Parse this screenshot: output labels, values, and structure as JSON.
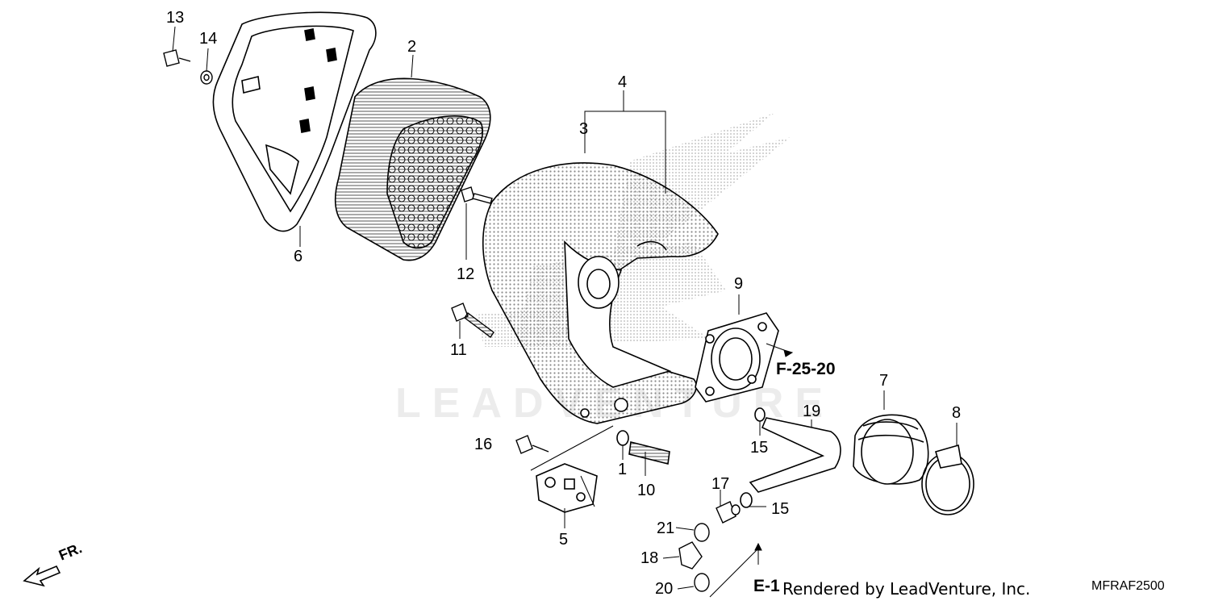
{
  "diagram": {
    "callouts": [
      "13",
      "14",
      "2",
      "4",
      "3",
      "6",
      "12",
      "9",
      "11",
      "F-25-20",
      "7",
      "8",
      "19",
      "15",
      "16",
      "1",
      "10",
      "17",
      "15",
      "5",
      "21",
      "18",
      "20",
      "E-1"
    ],
    "watermark": "LEADVENTURE",
    "direction_label": "FR.",
    "credit": "Rendered by LeadVenture, Inc.",
    "diagram_code": "MFRAF2500"
  }
}
